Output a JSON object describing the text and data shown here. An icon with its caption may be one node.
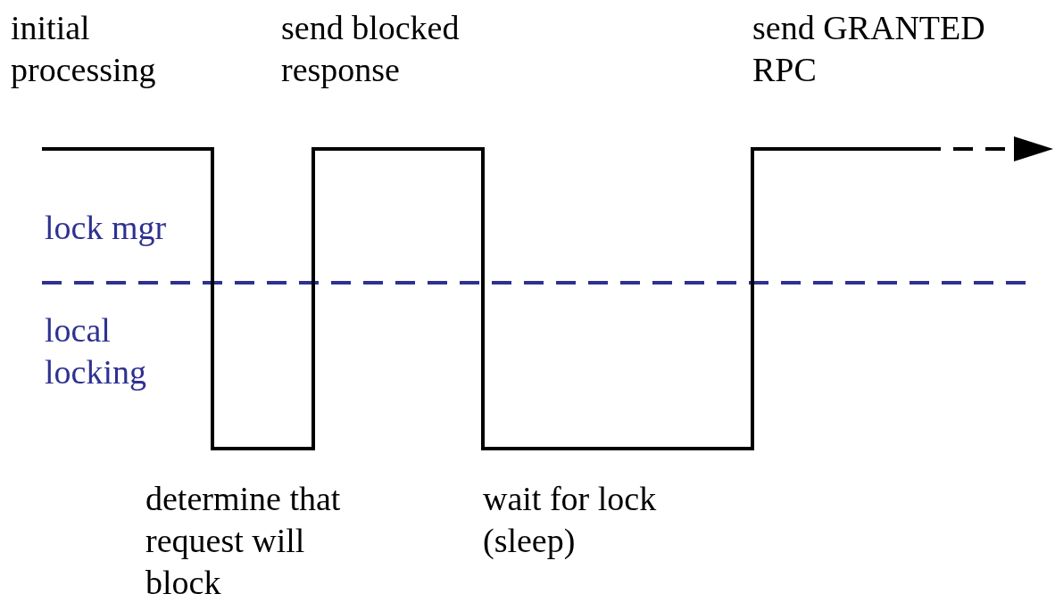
{
  "diagram": {
    "labels": [
      "initial processing",
      "send blocked response",
      "send GRANTED RPC",
      "lock mgr",
      "local locking",
      "determine that request will block",
      "wait for lock (sleep)"
    ]
  }
}
